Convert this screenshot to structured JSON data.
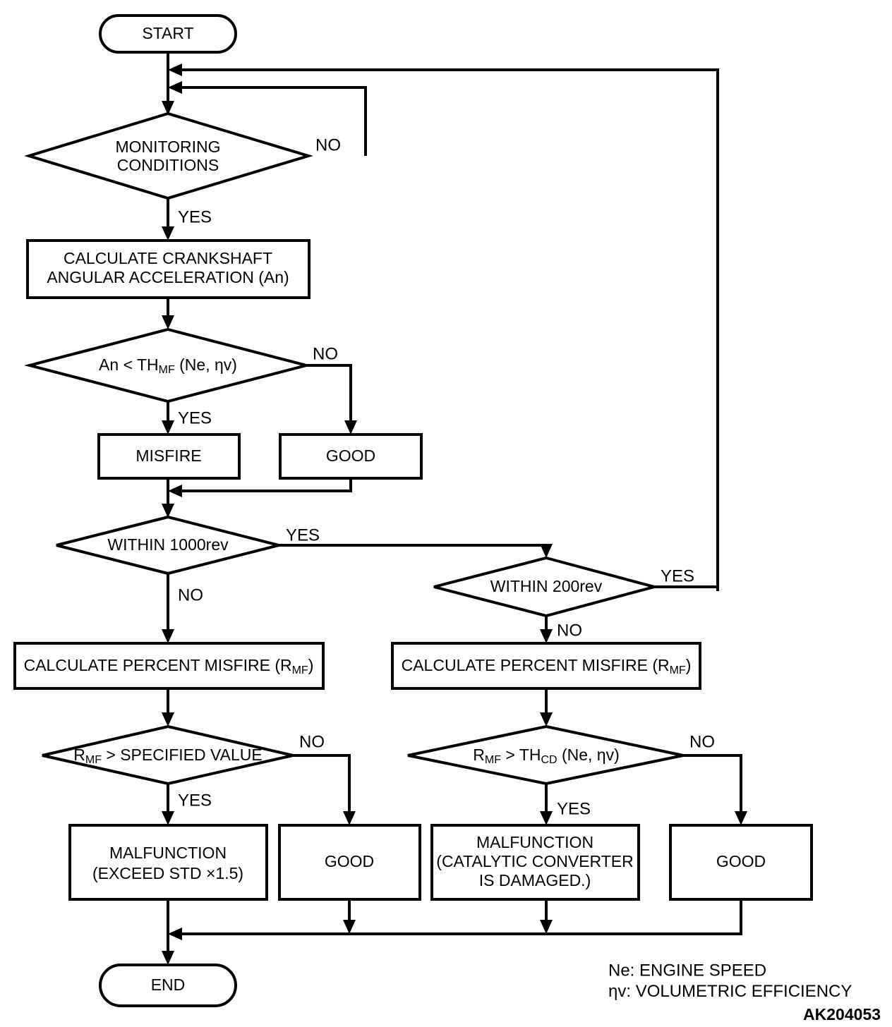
{
  "diagram": {
    "title_code": "AK204053",
    "colors": {
      "stroke": "#000000",
      "fill": "#ffffff",
      "background": "#ffffff"
    },
    "nodes": {
      "start": {
        "label": "START",
        "shape": "terminator"
      },
      "monitoring_conditions": {
        "line1": "MONITORING",
        "line2": "CONDITIONS",
        "shape": "decision"
      },
      "calc_crank": {
        "line1": "CALCULATE CRANKSHAFT",
        "line2": "ANGULAR ACCELERATION (An)",
        "shape": "process"
      },
      "an_th_mf": {
        "pre": "An < TH",
        "sub": "MF",
        "post": " (Ne, ηv)",
        "shape": "decision"
      },
      "misfire": {
        "label": "MISFIRE",
        "shape": "process"
      },
      "good_1": {
        "label": "GOOD",
        "shape": "process"
      },
      "within_1000rev": {
        "label": "WITHIN 1000rev",
        "shape": "decision"
      },
      "within_200rev": {
        "label": "WITHIN 200rev",
        "shape": "decision"
      },
      "calc_pct_misfire_left": {
        "pre": "CALCULATE PERCENT MISFIRE (R",
        "sub": "MF",
        "post": ")",
        "shape": "process"
      },
      "calc_pct_misfire_right": {
        "pre": "CALCULATE PERCENT MISFIRE (R",
        "sub": "MF",
        "post": ")",
        "shape": "process"
      },
      "rmf_specified": {
        "pre": "R",
        "sub": "MF",
        "post": " > SPECIFIED VALUE",
        "shape": "decision"
      },
      "rmf_th_cd": {
        "pre": "R",
        "sub": "MF",
        "mid": " > TH",
        "sub2": "CD",
        "post": " (Ne, ηv)",
        "shape": "decision"
      },
      "malfunction_exceed": {
        "line1": "MALFUNCTION",
        "line2": "(EXCEED STD  ×1.5)",
        "shape": "process"
      },
      "good_2": {
        "label": "GOOD",
        "shape": "process"
      },
      "malfunction_catalytic": {
        "line1": "MALFUNCTION",
        "line2": "(CATALYTIC CONVERTER",
        "line3": "IS DAMAGED.)",
        "shape": "process"
      },
      "good_3": {
        "label": "GOOD",
        "shape": "process"
      },
      "end": {
        "label": "END",
        "shape": "terminator"
      }
    },
    "branch_labels": {
      "monitoring_no": "NO",
      "monitoring_yes": "YES",
      "an_no": "NO",
      "an_yes": "YES",
      "rev1000_yes": "YES",
      "rev1000_no": "NO",
      "rev200_yes": "YES",
      "rev200_no": "NO",
      "rmf_spec_no": "NO",
      "rmf_spec_yes": "YES",
      "rmf_cd_no": "NO",
      "rmf_cd_yes": "YES"
    },
    "legend": {
      "line1": "Ne: ENGINE SPEED",
      "line2_symbol": "η",
      "line2_rest": "v: VOLUMETRIC EFFICIENCY"
    }
  }
}
